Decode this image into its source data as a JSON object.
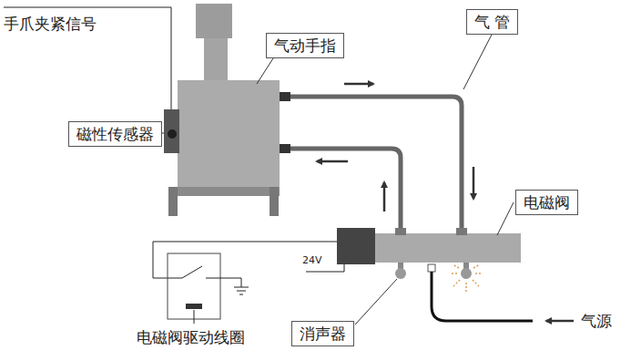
{
  "diagram": {
    "nodes": [
      {
        "text": [
          "气动手指"
        ]
      },
      {
        "text": [
          "气 管"
        ]
      },
      {
        "text": [
          "磁性传感器"
        ]
      },
      {
        "text": [
          "电磁阀"
        ]
      },
      {
        "text": [
          "消声器"
        ]
      }
    ],
    "labels": [
      "手爪夹紧信号",
      "24V",
      "电磁阀驱动线圈",
      "气源"
    ]
  }
}
